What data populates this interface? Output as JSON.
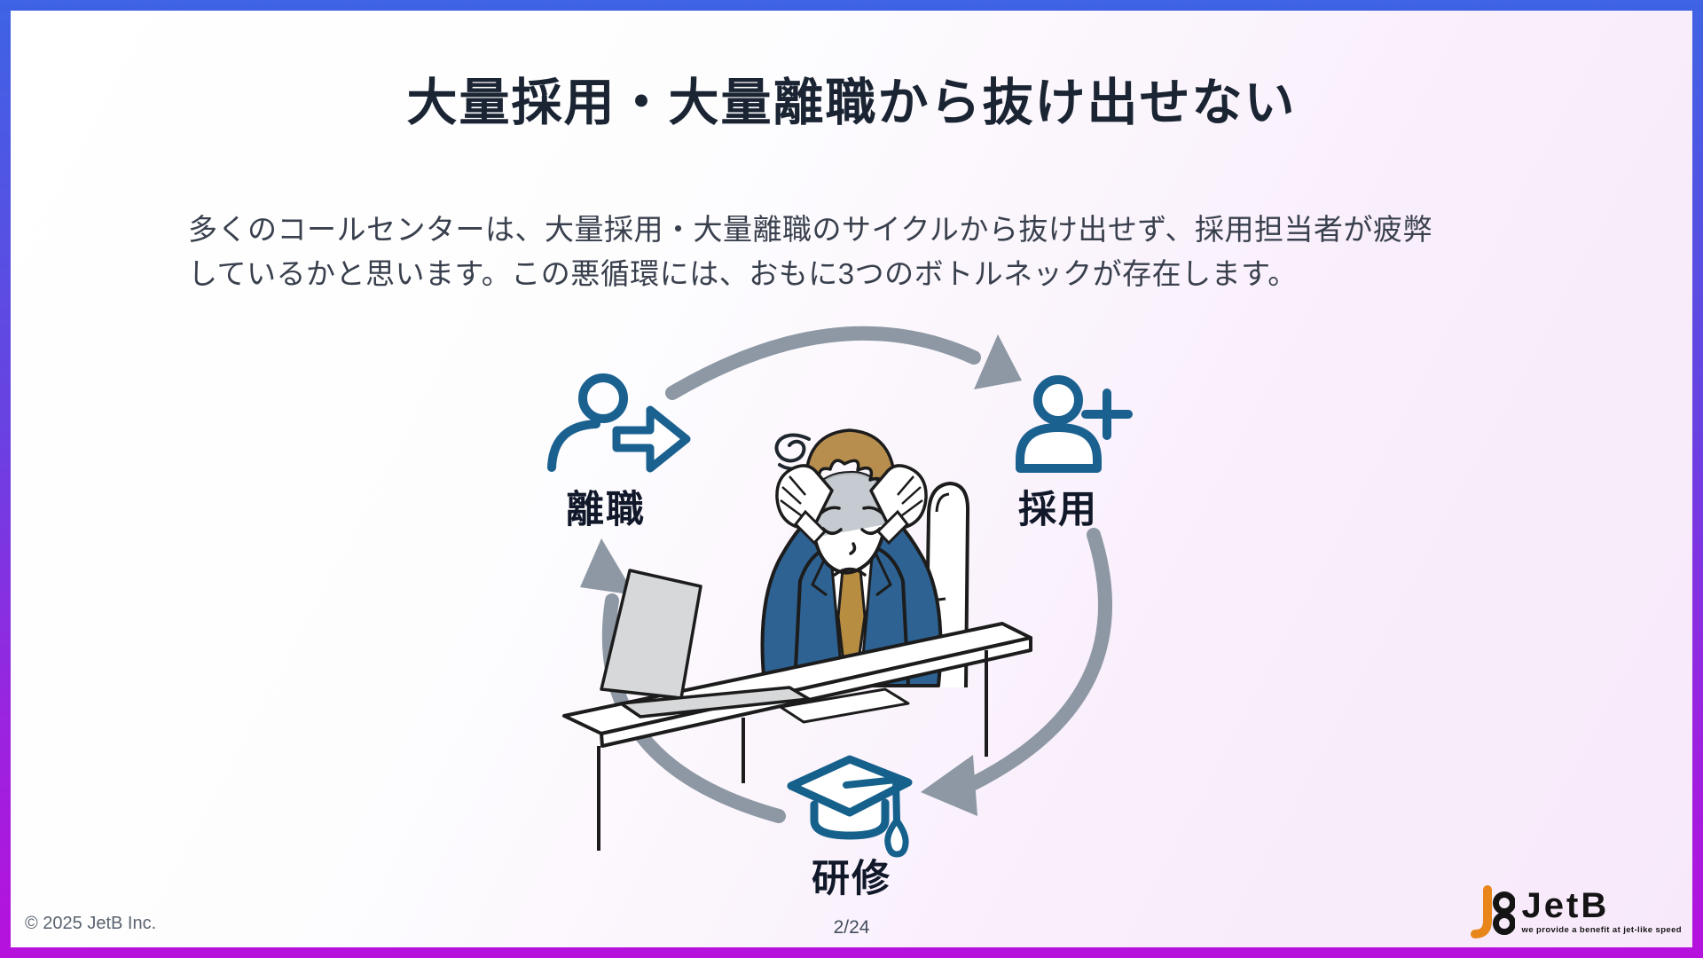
{
  "slide": {
    "title": "大量採用・大量離職から抜け出せない",
    "body_lines": [
      "多くのコールセンターは、大量採用・大量離職のサイクルから抜け出せず、採用担当者が疲弊",
      "しているかと思います。この悪循環には、おもに3つのボトルネックが存在します。"
    ]
  },
  "cycle": {
    "description": "3-step vicious cycle diagram with gray circular arrows",
    "nodes": [
      {
        "label": "離職",
        "icon": "person-leave-icon"
      },
      {
        "label": "採用",
        "icon": "person-add-icon"
      },
      {
        "label": "研修",
        "icon": "graduation-cap-icon"
      }
    ],
    "center_illustration": "stressed-worker-at-desk"
  },
  "footer": {
    "copyright": "© 2025 JetB Inc.",
    "page_number": "2/24"
  },
  "logo": {
    "brand": "JetB",
    "tagline": "we provide a benefit at jet-like speed"
  },
  "colors": {
    "border_gradient_top": "#3e63e4",
    "border_gradient_bottom": "#b611dd",
    "icon_blue": "#1a618f",
    "arrow_gray": "#8d98a4",
    "title_text": "#1a2433",
    "suit_navy": "#2d6292",
    "hair_tan": "#b78e4e",
    "tie_gold": "#b78d42",
    "logo_orange": "#e8861a"
  }
}
